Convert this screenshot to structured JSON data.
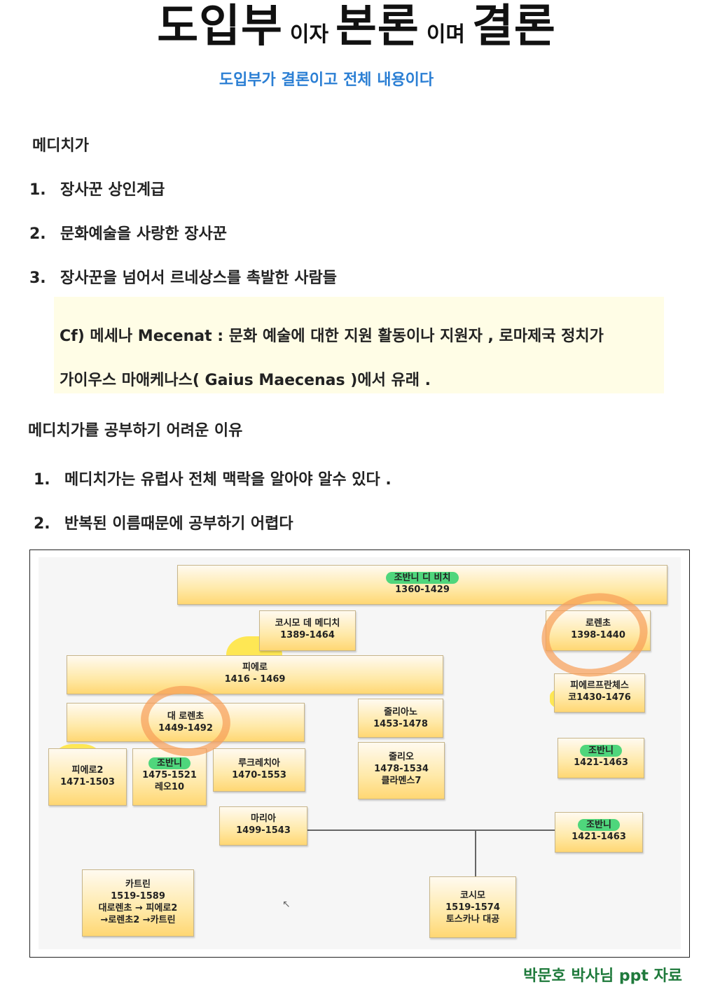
{
  "title": {
    "part1": "도입부",
    "part2": "이자",
    "part3": "본론",
    "part4": "이며",
    "part5": "결론"
  },
  "subtitle": "도입부가 결론이고 전체 내용이다",
  "section1": {
    "heading": "메디치가",
    "items": [
      {
        "num": "1.",
        "text": "장사꾼 상인계급"
      },
      {
        "num": "2.",
        "text": "문화예술을 사랑한 장사꾼"
      },
      {
        "num": "3.",
        "text": "장사꾼을 넘어서 르네상스를 촉발한 사람들"
      }
    ],
    "note": {
      "line1": "Cf) 메세나 Mecenat  :  문화 예술에 대한 지원 활동이나 지원자 ,  로마제국 정치가",
      "line2": "가이우스 마애케나스( Gaius Maecenas )에서 유래 ."
    }
  },
  "section2": {
    "heading": "메디치가를 공부하기 어려운 이유",
    "items": [
      {
        "num": "1.",
        "text": "메디치가는 유럽사 전체 맥락을 알아야 알수 있다 ."
      },
      {
        "num": "2.",
        "text": "반복된 이름때문에 공부하기 어렵다"
      }
    ]
  },
  "family_tree": {
    "giovanni_di_bicci": {
      "name": "조반니 디 비치",
      "years": "1360-1429"
    },
    "cosimo_de_medici": {
      "name": "코시모 데 메디치",
      "years": "1389-1464"
    },
    "lorenzo": {
      "name": "로렌초",
      "years": "1398-1440"
    },
    "piero": {
      "name": "피에로",
      "years": "1416 - 1469"
    },
    "pierfrancesco": {
      "name": "피에르프란체스",
      "years": "코1430-1476"
    },
    "lorenzo_magnifico": {
      "name": "대 로렌초",
      "years": "1449-1492"
    },
    "giuliano": {
      "name": "줄리아노",
      "years": "1453-1478"
    },
    "giovanni_a": {
      "name": "조반니",
      "years": "1421-1463"
    },
    "piero2": {
      "name": "피에로2",
      "years": "1471-1503"
    },
    "giovanni_leo": {
      "name": "조반니",
      "years": "1475-1521",
      "note": "레오10"
    },
    "lucrezia": {
      "name": "루크레치아",
      "years": "1470-1553"
    },
    "giulio": {
      "name": "줄리오",
      "years": "1478-1534",
      "note": "클라멘스7"
    },
    "maria": {
      "name": "마리아",
      "years": "1499-1543"
    },
    "giovanni_b": {
      "name": "조반니",
      "years": "1421-1463"
    },
    "catherine": {
      "name": "카트린",
      "years": "1519-1589",
      "line3": "대로렌초 → 피에로2",
      "line4": "→로렌초2 →카트린"
    },
    "cosimo1": {
      "name": "코시모",
      "years": "1519-1574",
      "note": "토스카나 대공"
    }
  },
  "credit": "박문호 박사님 ppt 자료",
  "colors": {
    "subtitle": "#2b7fd4",
    "credit": "#1f7a3c",
    "note_background": "#fffde6",
    "highlight_green": "#4fd67c",
    "highlight_yellow": "#ffe642",
    "circle_orange": "#f7a05a"
  }
}
